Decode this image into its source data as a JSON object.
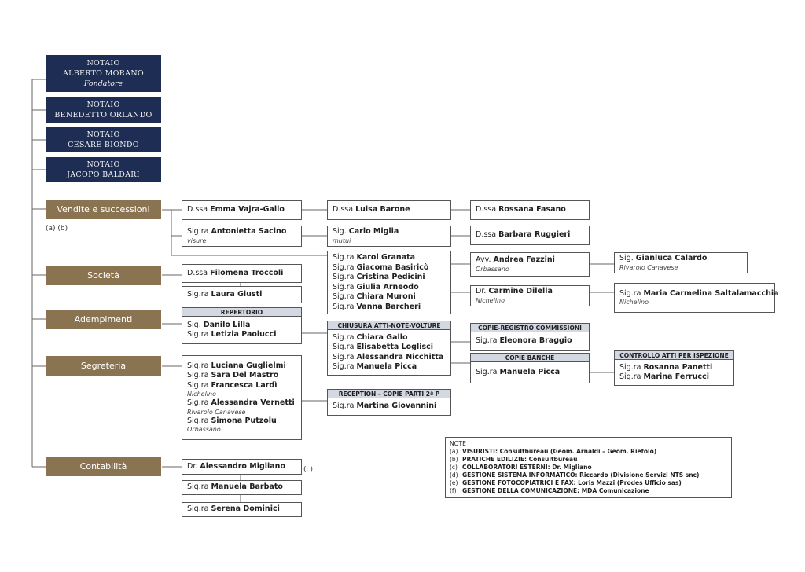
{
  "colors": {
    "navy": "#1d2d53",
    "bronze": "#8a7350",
    "header_gray": "#d4d8e2"
  },
  "notai": [
    {
      "title": "NOTAIO",
      "name": "ALBERTO MORANO",
      "role": "Fondatore"
    },
    {
      "title": "NOTAIO",
      "name": "BENEDETTO ORLANDO"
    },
    {
      "title": "NOTAIO",
      "name": "CESARE BIONDO"
    },
    {
      "title": "NOTAIO",
      "name": "JACOPO BALDARI"
    }
  ],
  "departments": {
    "vendite": "Vendite e successioni",
    "societa": "Società",
    "adempimenti": "Adempimenti",
    "segreteria": "Segreteria",
    "contabilita": "Contabilità"
  },
  "marks": {
    "ab": "(a) (b)",
    "c": "(c)"
  },
  "vendite": {
    "vajra": {
      "t": "D.ssa ",
      "n": "Emma Vajra-Gallo"
    },
    "sacino": {
      "t": "Sig.ra ",
      "n": "Antonietta Sacino",
      "loc": "visure"
    },
    "barone": {
      "t": "D.ssa ",
      "n": "Luisa Barone"
    },
    "miglia": {
      "t": "Sig. ",
      "n": "Carlo Miglia",
      "loc": "mutui"
    },
    "fasano": {
      "t": "D.ssa ",
      "n": "Rossana Fasano"
    },
    "ruggieri": {
      "t": "D.ssa ",
      "n": "Barbara Ruggieri"
    },
    "group": [
      {
        "t": "Sig.ra ",
        "n": "Karol Granata"
      },
      {
        "t": "Sig.ra ",
        "n": "Giacoma Basiricò"
      },
      {
        "t": "Sig.ra ",
        "n": "Cristina Pedicini"
      },
      {
        "t": "Sig.ra ",
        "n": "Giulia Arneodo"
      },
      {
        "t": "Sig.ra ",
        "n": "Chiara Muroni"
      },
      {
        "t": "Sig.ra ",
        "n": "Vanna Barcheri"
      }
    ],
    "fazzini": {
      "t": "Avv. ",
      "n": "Andrea Fazzini",
      "loc": "Orbassano"
    },
    "calardo": {
      "t": "Sig. ",
      "n": "Gianluca Calardo",
      "loc": "Rivarolo Canavese"
    },
    "dilella": {
      "t": "Dr. ",
      "n": "Carmine Dilella",
      "loc": "Nichelino"
    },
    "saltalamacchia": {
      "t": "Sig.ra ",
      "n": "Maria Carmelina Saltalamacchia",
      "loc": "Nichelino"
    }
  },
  "societa": {
    "troccoli": {
      "t": "D.ssa ",
      "n": "Filomena Troccoli"
    },
    "giusti": {
      "t": "Sig.ra ",
      "n": "Laura Giusti"
    }
  },
  "adempimenti": {
    "repertorio": {
      "header": "REPERTORIO",
      "people": [
        {
          "t": "Sig. ",
          "n": "Danilo Lilla"
        },
        {
          "t": "Sig.ra ",
          "n": "Letizia Paolucci"
        }
      ]
    },
    "chiusura": {
      "header": "CHIUSURA ATTI-NOTE-VOLTURE",
      "people": [
        {
          "t": "Sig.ra ",
          "n": "Chiara Gallo"
        },
        {
          "t": "Sig.ra ",
          "n": "Elisabetta Loglisci"
        },
        {
          "t": "Sig.ra ",
          "n": "Alessandra Nicchitta"
        },
        {
          "t": "Sig.ra ",
          "n": "Manuela Picca"
        }
      ]
    },
    "copie_registro": {
      "header": "COPIE-REGISTRO COMMISSIONI",
      "person": {
        "t": "Sig.ra ",
        "n": "Eleonora Braggio"
      }
    },
    "copie_banche": {
      "header": "COPIE BANCHE",
      "person": {
        "t": "Sig.ra ",
        "n": "Manuela Picca"
      }
    },
    "controllo": {
      "header": "CONTROLLO ATTI PER ISPEZIONE",
      "people": [
        {
          "t": "Sig.ra ",
          "n": "Rosanna Panetti"
        },
        {
          "t": "Sig.ra ",
          "n": "Marina Ferrucci"
        }
      ]
    }
  },
  "segreteria": {
    "people": [
      {
        "t": "Sig.ra ",
        "n": "Luciana Guglielmi"
      },
      {
        "t": "Sig.ra ",
        "n": "Sara Del Mastro"
      },
      {
        "t": "Sig.ra ",
        "n": "Francesca Lardì",
        "loc": "Nichelino"
      },
      {
        "t": "Sig.ra ",
        "n": "Alessandra Vernetti",
        "loc": "Rivarolo Canavese"
      },
      {
        "t": "Sig.ra ",
        "n": "Simona Putzolu",
        "loc": "Orbassano"
      }
    ],
    "reception": {
      "header": "RECEPTION – COPIE PARTI 2ª P",
      "person": {
        "t": "Sig.ra ",
        "n": "Martina Giovannini"
      }
    }
  },
  "contabilita": {
    "migliano": {
      "t": "Dr. ",
      "n": "Alessandro Migliano"
    },
    "barbato": {
      "t": "Sig.ra ",
      "n": "Manuela Barbato"
    },
    "dominici": {
      "t": "Sig.ra ",
      "n": "Serena Dominici"
    }
  },
  "notes": {
    "title": "NOTE",
    "items": [
      {
        "k": "(a)",
        "v": "VISURISTI: Consultbureau (Geom. Arnaldi – Geom. Riefolo)"
      },
      {
        "k": "(b)",
        "v": "PRATICHE EDILIZIE: Consultbureau"
      },
      {
        "k": "(c)",
        "v": "COLLABORATORI ESTERNI: Dr. Migliano"
      },
      {
        "k": "(d)",
        "v": "GESTIONE SISTEMA INFORMATICO: Riccardo (Divisione Servizi NTS snc)"
      },
      {
        "k": "(e)",
        "v": "GESTIONE FOTOCOPIATRICI E FAX: Loris Mazzi (Prodes Ufficio sas)"
      },
      {
        "k": "(f)",
        "v": "GESTIONE DELLA COMUNICAZIONE: MDA Comunicazione"
      }
    ]
  }
}
